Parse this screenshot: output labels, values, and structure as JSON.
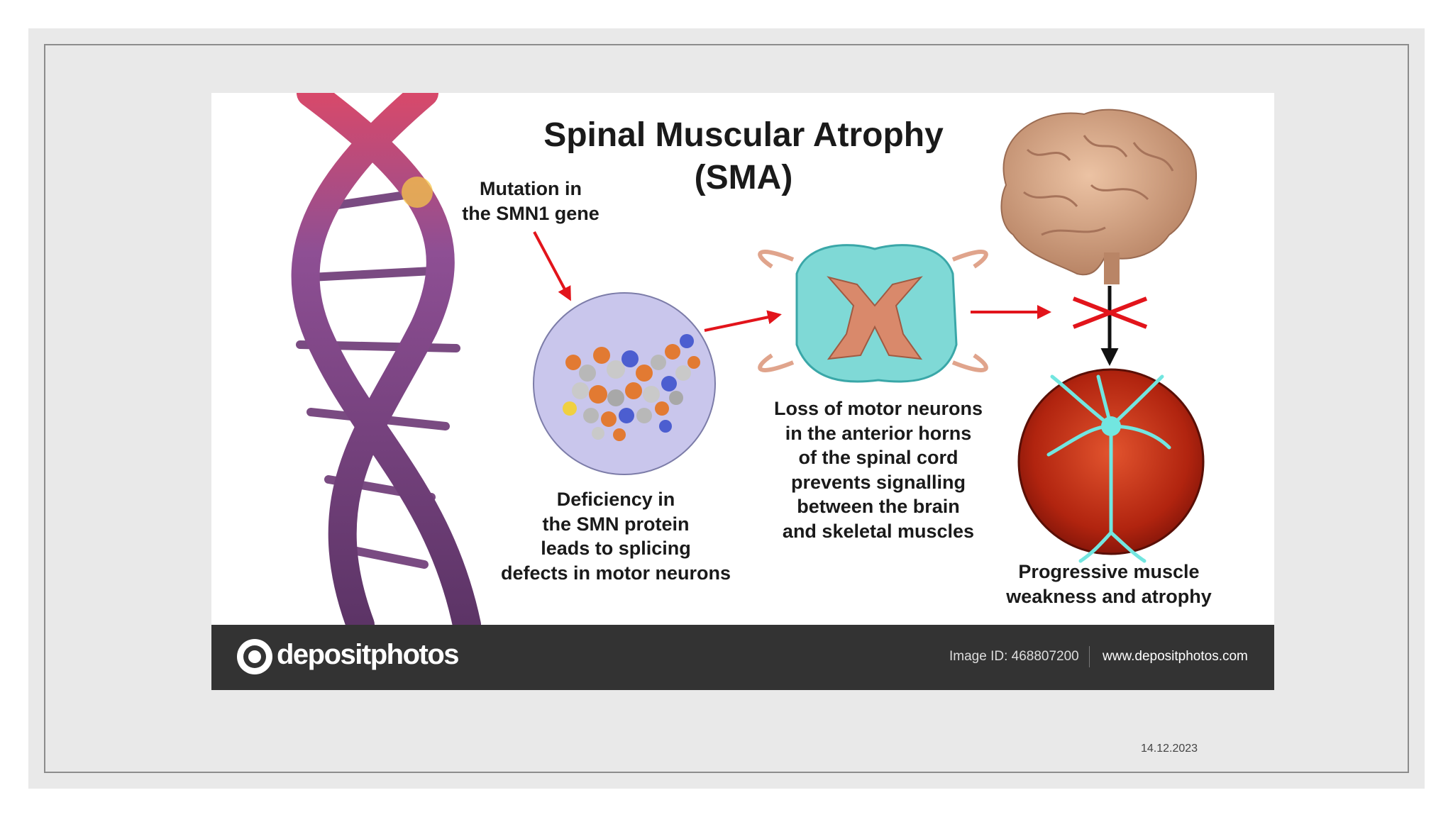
{
  "diagram": {
    "title": "Spinal Muscular Atrophy\n(SMA)",
    "label_mutation": "Mutation in\nthe SMN1 gene",
    "label_deficiency": "Deficiency in\nthe SMN protein\nleads to splicing\ndefects in motor neurons",
    "label_loss": "Loss of motor neurons\nin the anterior horns\nof the spinal cord\nprevents signalling\nbetween the brain\nand skeletal muscles",
    "label_progressive": "Progressive muscle\nweakness and atrophy",
    "arrow_color": "#e2141b",
    "blocked_arrow_color": "#111111",
    "dna_colors": [
      "#6b3c74",
      "#9c5aa0",
      "#d8496a"
    ],
    "brain_color": "#d9a98a",
    "cord_colors": [
      "#d9896b",
      "#5fd0d0"
    ],
    "neuron_colors": [
      "#c52a10",
      "#72e6e0"
    ],
    "protein_bg": "#c9c6ec"
  },
  "footer": {
    "logo": "depositphotos",
    "image_id": "Image ID: 468807200",
    "site": "www.depositphotos.com",
    "bg_color": "#333333"
  },
  "slide": {
    "date": "14.12.2023"
  }
}
